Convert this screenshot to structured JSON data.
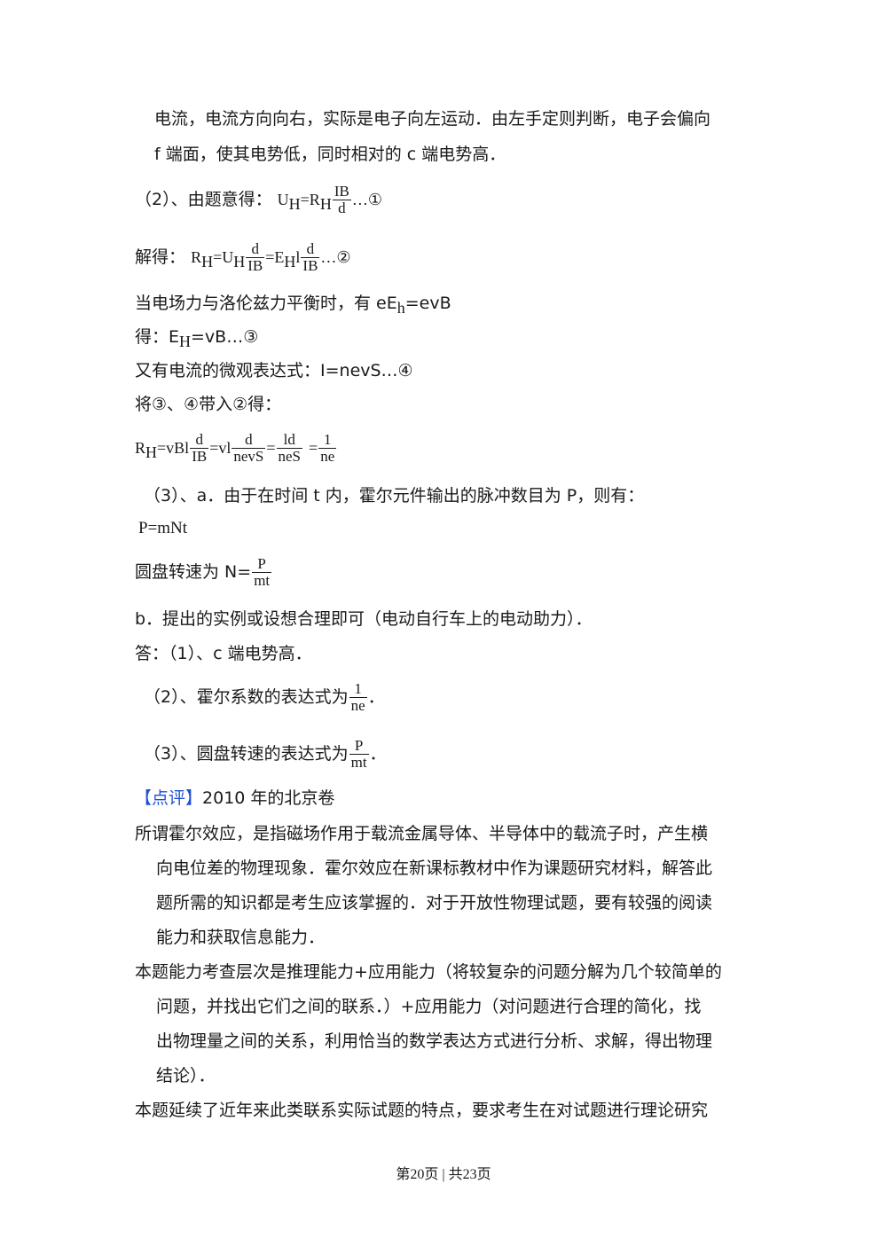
{
  "lines": {
    "l1": "电流，电流方向向右，实际是电子向左运动．由左手定则判断，电子会偏向",
    "l2": "f 端面，使其电势低，同时相对的 c 端电势高．",
    "l3_prefix": "（2）、由题意得：",
    "l3_lhs": "U",
    "l3_eq": "=R",
    "l3_num": "IB",
    "l3_den": "d",
    "l3_tail": "…①",
    "l4_prefix": "解得：",
    "l4_a": "R",
    "l4_b": "=U",
    "l4_f1_num": "d",
    "l4_f1_den": "IB",
    "l4_c": "=E",
    "l4_d": "l",
    "l4_f2_num": "d",
    "l4_f2_den": "IB",
    "l4_tail": "…②",
    "l5": "当电场力与洛伦兹力平衡时，有 eE",
    "l5_sub": "h",
    "l5_tail": "=evB",
    "l6_prefix": "得：E",
    "l6_sub": "H",
    "l6_tail": "=vB…③",
    "l7": "又有电流的微观表达式：I=nevS…④",
    "l8": "将③、④带入②得：",
    "l9_a": "R",
    "l9_b": "=vBl",
    "l9_f1_num": "d",
    "l9_f1_den": "IB",
    "l9_c": "=vl",
    "l9_f2_num": "d",
    "l9_f2_den": "nevS",
    "l9_d": "=",
    "l9_f3_num": "ld",
    "l9_f3_den": "neS",
    "l9_e": "=",
    "l9_f4_num": "1",
    "l9_f4_den": "ne",
    "l10": "（3）、a．由于在时间 t 内，霍尔元件输出的脉冲数目为 P，则有：",
    "l11": "P=mNt",
    "l12_prefix": "圆盘转速为 N=",
    "l12_num": "P",
    "l12_den": "mt",
    "l13": "b．提出的实例或设想合理即可（电动自行车上的电动助力）．",
    "l14": "答：（1）、c 端电势高．",
    "l15_prefix": "（2）、霍尔系数的表达式为",
    "l15_num": "1",
    "l15_den": "ne",
    "l15_tail": "．",
    "l16_prefix": "（3）、圆盘转速的表达式为",
    "l16_num": "P",
    "l16_den": "mt",
    "l16_tail": "．",
    "l17_tag": "【点评】",
    "l17_text": "2010 年的北京卷",
    "p1_1": "所谓霍尔效应，是指磁场作用于载流金属导体、半导体中的载流子时，产生横",
    "p1_2": "向电位差的物理现象．霍尔效应在新课标教材中作为课题研究材料，解答此",
    "p1_3": "题所需的知识都是考生应该掌握的．对于开放性物理试题，要有较强的阅读",
    "p1_4": "能力和获取信息能力．",
    "p2_1": "本题能力考查层次是推理能力+应用能力（将较复杂的问题分解为几个较简单的",
    "p2_2": "问题，并找出它们之间的联系．）+应用能力（对问题进行合理的简化，找",
    "p2_3": "出物理量之间的关系，利用恰当的数学表达方式进行分析、求解，得出物理",
    "p2_4": "结论）．",
    "p3_1": "本题延续了近年来此类联系实际试题的特点，要求考生在对试题进行理论研究"
  },
  "subs": {
    "H": "H"
  },
  "footer": "第20页 | 共23页",
  "colors": {
    "accent": "#1d4fd6",
    "text": "#1a1a1a"
  }
}
